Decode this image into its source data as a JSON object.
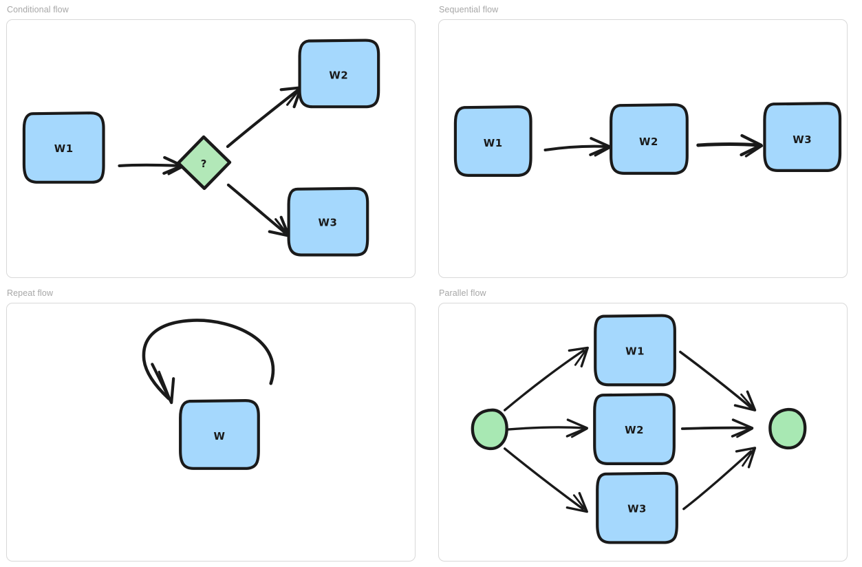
{
  "page": {
    "background_color": "#ffffff",
    "panel_border_color": "#d8d8d8",
    "label_color": "#a7a7a7"
  },
  "theme": {
    "node_fill": "#a5d8fd",
    "node_stroke": "#1a1a1a",
    "decision_fill": "#b2e8b8",
    "terminal_fill": "#a8e8b3",
    "arrow_color": "#1a1a1a"
  },
  "panels": [
    {
      "id": "conditional-flow",
      "label": "Conditional flow",
      "type": "conditional",
      "nodes": [
        {
          "id": "w1",
          "label": "W1",
          "shape": "rounded-rect",
          "fill": "#a5d8fd"
        },
        {
          "id": "cond",
          "label": "?",
          "shape": "diamond",
          "fill": "#b2e8b8"
        },
        {
          "id": "w2",
          "label": "W2",
          "shape": "rounded-rect",
          "fill": "#a5d8fd"
        },
        {
          "id": "w3",
          "label": "W3",
          "shape": "rounded-rect",
          "fill": "#a5d8fd"
        }
      ],
      "edges": [
        {
          "from": "w1",
          "to": "cond"
        },
        {
          "from": "cond",
          "to": "w2"
        },
        {
          "from": "cond",
          "to": "w3"
        }
      ]
    },
    {
      "id": "sequential-flow",
      "label": "Sequential flow",
      "type": "sequential",
      "nodes": [
        {
          "id": "w1",
          "label": "W1",
          "shape": "rounded-rect",
          "fill": "#a5d8fd"
        },
        {
          "id": "w2",
          "label": "W2",
          "shape": "rounded-rect",
          "fill": "#a5d8fd"
        },
        {
          "id": "w3",
          "label": "W3",
          "shape": "rounded-rect",
          "fill": "#a5d8fd"
        }
      ],
      "edges": [
        {
          "from": "w1",
          "to": "w2"
        },
        {
          "from": "w2",
          "to": "w3"
        }
      ]
    },
    {
      "id": "repeat-flow",
      "label": "Repeat flow",
      "type": "repeat",
      "nodes": [
        {
          "id": "w",
          "label": "W",
          "shape": "rounded-rect",
          "fill": "#a5d8fd"
        }
      ],
      "edges": [
        {
          "from": "w",
          "to": "w",
          "style": "loop-back"
        }
      ]
    },
    {
      "id": "parallel-flow",
      "label": "Parallel flow",
      "type": "parallel",
      "nodes": [
        {
          "id": "fork",
          "label": "",
          "shape": "circle",
          "fill": "#a8e8b3"
        },
        {
          "id": "w1",
          "label": "W1",
          "shape": "rounded-rect",
          "fill": "#a5d8fd"
        },
        {
          "id": "w2",
          "label": "W2",
          "shape": "rounded-rect",
          "fill": "#a5d8fd"
        },
        {
          "id": "w3",
          "label": "W3",
          "shape": "rounded-rect",
          "fill": "#a5d8fd"
        },
        {
          "id": "join",
          "label": "",
          "shape": "circle",
          "fill": "#a8e8b3"
        }
      ],
      "edges": [
        {
          "from": "fork",
          "to": "w1"
        },
        {
          "from": "fork",
          "to": "w2"
        },
        {
          "from": "fork",
          "to": "w3"
        },
        {
          "from": "w1",
          "to": "join"
        },
        {
          "from": "w2",
          "to": "join"
        },
        {
          "from": "w3",
          "to": "join"
        }
      ]
    }
  ]
}
